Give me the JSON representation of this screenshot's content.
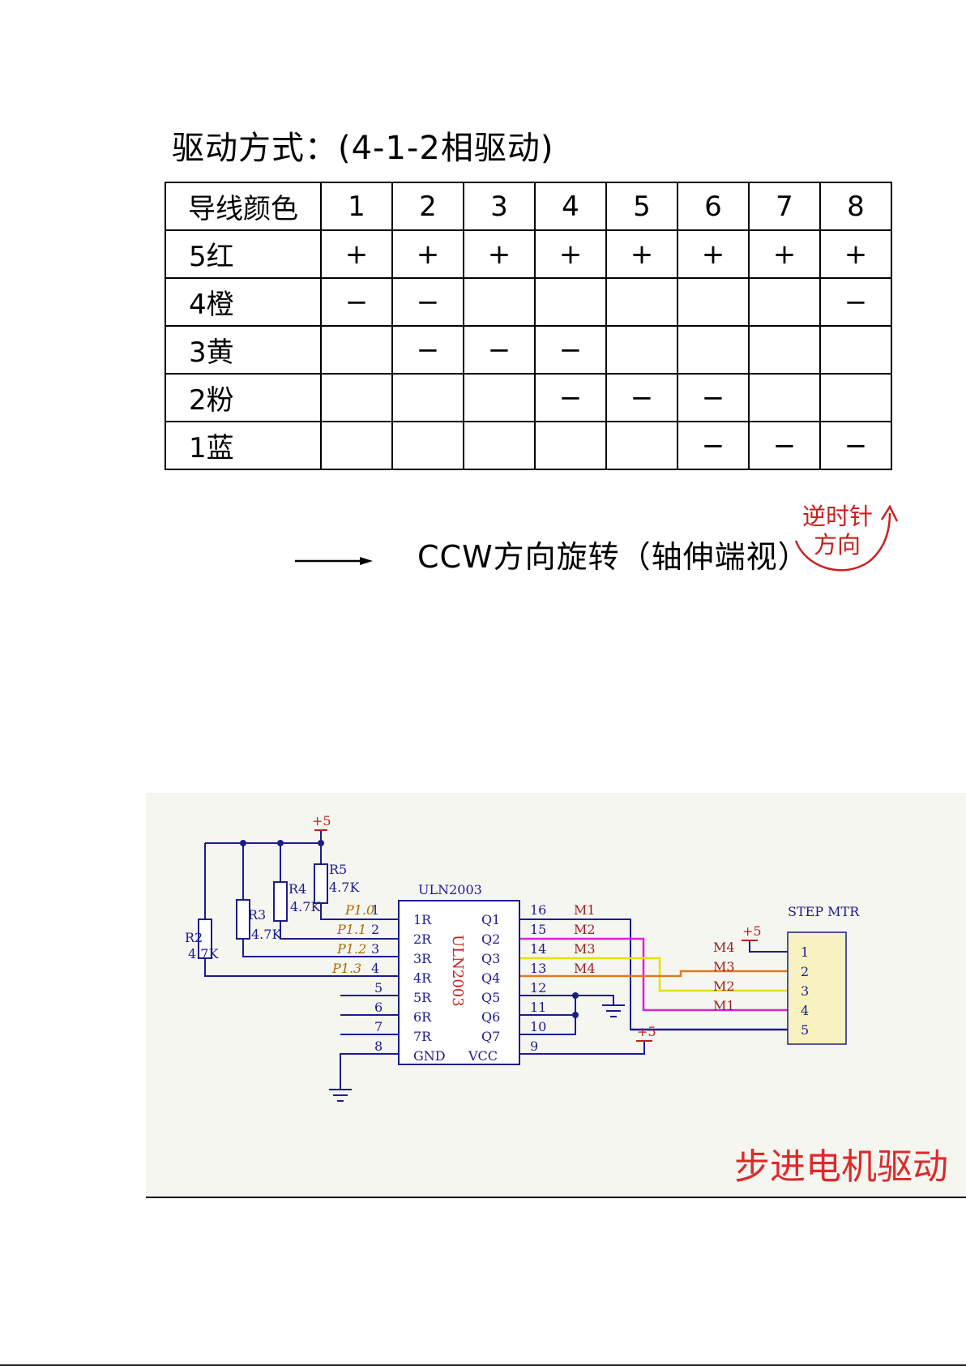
{
  "drive_title": "驱动方式：(4-1-2相驱动)",
  "phase_table": {
    "header_label": "导线颜色",
    "steps": [
      "1",
      "2",
      "3",
      "4",
      "5",
      "6",
      "7",
      "8"
    ],
    "rows": [
      {
        "wire": "5红",
        "cells": [
          "+",
          "+",
          "+",
          "+",
          "+",
          "+",
          "+",
          "+"
        ]
      },
      {
        "wire": "4橙",
        "cells": [
          "−",
          "−",
          "",
          "",
          "",
          "",
          "",
          "−"
        ]
      },
      {
        "wire": "3黄",
        "cells": [
          "",
          "−",
          "−",
          "−",
          "",
          "",
          "",
          ""
        ]
      },
      {
        "wire": "2粉",
        "cells": [
          "",
          "",
          "",
          "−",
          "−",
          "−",
          "",
          ""
        ]
      },
      {
        "wire": "1蓝",
        "cells": [
          "",
          "",
          "",
          "",
          "",
          "−",
          "−",
          "−"
        ]
      }
    ]
  },
  "direction_caption": "CCW方向旋转（轴伸端视）",
  "ccw_note": {
    "line1": "逆时针",
    "line2": "方向"
  },
  "schematic": {
    "title": "步进电机驱动",
    "supply": "+5",
    "resistors": [
      {
        "ref": "R2",
        "value": "4.7K"
      },
      {
        "ref": "R3",
        "value": "4.7K"
      },
      {
        "ref": "R4",
        "value": "4.7K"
      },
      {
        "ref": "R5",
        "value": "4.7K"
      }
    ],
    "ic": {
      "name": "ULN2003",
      "body_label": "ULN2003",
      "left_pins": [
        {
          "num": "1",
          "label": "1R"
        },
        {
          "num": "2",
          "label": "2R"
        },
        {
          "num": "3",
          "label": "3R"
        },
        {
          "num": "4",
          "label": "4R"
        },
        {
          "num": "5",
          "label": "5R"
        },
        {
          "num": "6",
          "label": "6R"
        },
        {
          "num": "7",
          "label": "7R"
        },
        {
          "num": "8",
          "label": "GND"
        }
      ],
      "right_pins": [
        {
          "num": "16",
          "label": "Q1"
        },
        {
          "num": "15",
          "label": "Q2"
        },
        {
          "num": "14",
          "label": "Q3"
        },
        {
          "num": "13",
          "label": "Q4"
        },
        {
          "num": "12",
          "label": "Q5"
        },
        {
          "num": "11",
          "label": "Q6"
        },
        {
          "num": "10",
          "label": "Q7"
        },
        {
          "num": "9",
          "label": "VCC"
        }
      ]
    },
    "port_labels": [
      "P1.0",
      "P1.1",
      "P1.2",
      "P1.3"
    ],
    "nets_out": [
      "M1",
      "M2",
      "M3",
      "M4"
    ],
    "connector": {
      "name": "STEP MTR",
      "pins": [
        "1",
        "2",
        "3",
        "4",
        "5"
      ],
      "net_labels": [
        "M4",
        "M3",
        "M2",
        "M1"
      ]
    },
    "colors": {
      "wire": "#1c1c8c",
      "label": "#1c1c8c",
      "power": "#b8231c",
      "port_label": "#a66a00",
      "connector_fill": "#f7f2bf",
      "net_m1": "#1c1c8c",
      "net_m2": "#e020e0",
      "net_m3": "#e8e000",
      "net_m4": "#e07a1c"
    }
  }
}
